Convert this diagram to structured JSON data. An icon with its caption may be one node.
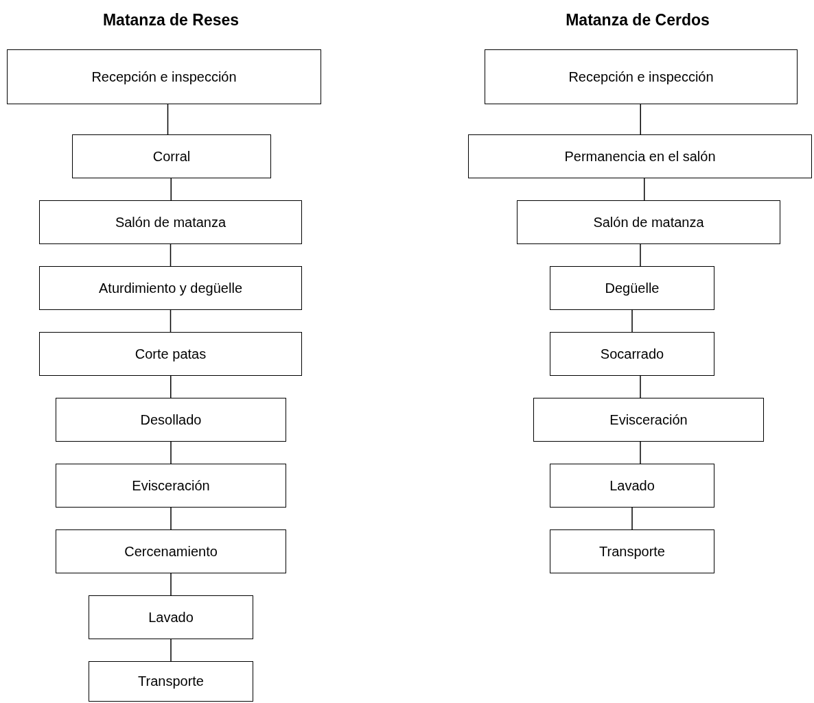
{
  "diagram": {
    "nodes": [
      {
        "text": [
          "Recepción e inspección"
        ]
      },
      {
        "text": [
          "Corral"
        ]
      },
      {
        "text": [
          "Salón de matanza"
        ]
      },
      {
        "text": [
          "Aturdimiento y degüelle"
        ]
      },
      {
        "text": [
          "Corte patas"
        ]
      },
      {
        "text": [
          "Desollado"
        ]
      },
      {
        "text": [
          "Evisceración"
        ]
      },
      {
        "text": [
          "Cercenamiento"
        ]
      },
      {
        "text": [
          "Lavado"
        ]
      },
      {
        "text": [
          "Transporte"
        ]
      },
      {
        "text": [
          "Recepción e inspección"
        ]
      },
      {
        "text": [
          "Permanencia en el salón"
        ]
      },
      {
        "text": [
          "Salón de matanza"
        ]
      },
      {
        "text": [
          "Degüelle"
        ]
      },
      {
        "text": [
          "Socarrado"
        ]
      },
      {
        "text": [
          "Evisceración"
        ]
      },
      {
        "text": [
          "Lavado"
        ]
      },
      {
        "text": [
          "Transporte"
        ]
      }
    ],
    "edges": [
      {
        "from": 0,
        "to": 1,
        "arrow": "none"
      },
      {
        "from": 1,
        "to": 2,
        "arrow": "none"
      },
      {
        "from": 2,
        "to": 3,
        "arrow": "none"
      },
      {
        "from": 3,
        "to": 4,
        "arrow": "none"
      },
      {
        "from": 4,
        "to": 5,
        "arrow": "none"
      },
      {
        "from": 5,
        "to": 6,
        "arrow": "none"
      },
      {
        "from": 6,
        "to": 7,
        "arrow": "none"
      },
      {
        "from": 7,
        "to": 8,
        "arrow": "none"
      },
      {
        "from": 8,
        "to": 9,
        "arrow": "none"
      },
      {
        "from": 10,
        "to": 11,
        "arrow": "none"
      },
      {
        "from": 11,
        "to": 12,
        "arrow": "none"
      },
      {
        "from": 12,
        "to": 13,
        "arrow": "none"
      },
      {
        "from": 13,
        "to": 14,
        "arrow": "none"
      },
      {
        "from": 14,
        "to": 15,
        "arrow": "none"
      },
      {
        "from": 15,
        "to": 16,
        "arrow": "none"
      },
      {
        "from": 16,
        "to": 17,
        "arrow": "none"
      }
    ],
    "labels": [
      "Matanza de Reses",
      "Matanza de Cerdos"
    ]
  }
}
